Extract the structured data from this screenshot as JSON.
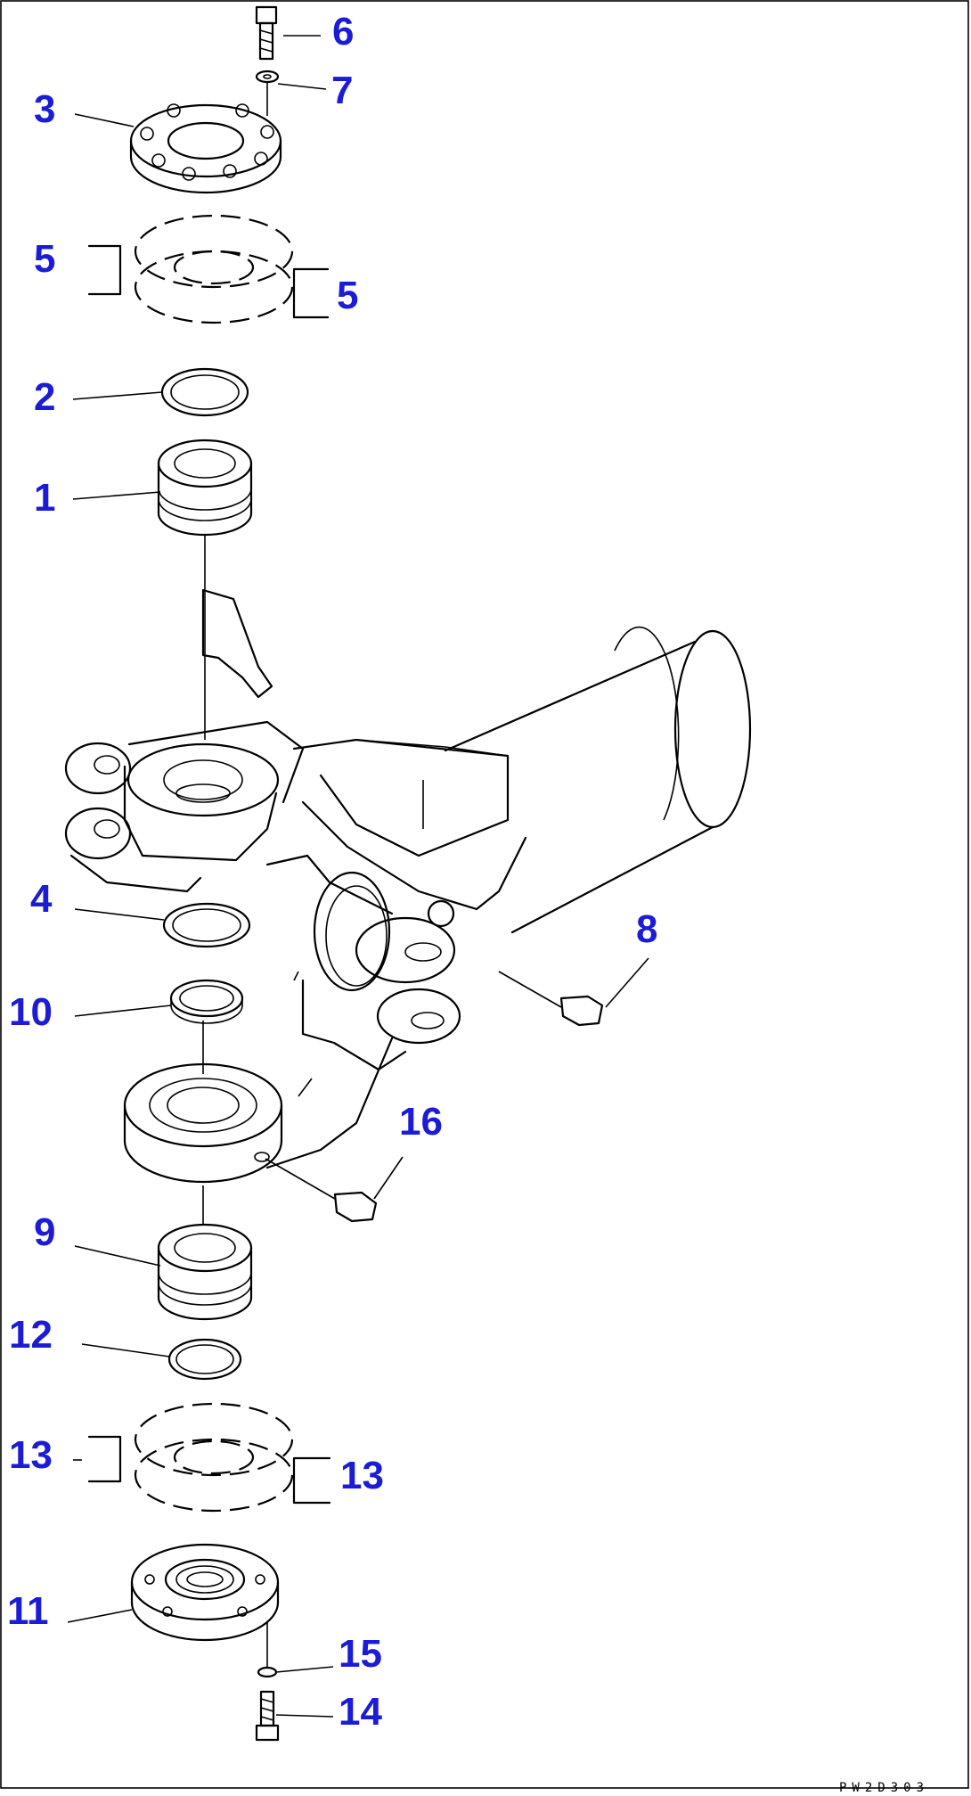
{
  "callouts": {
    "c1": "1",
    "c2": "2",
    "c3": "3",
    "c4": "4",
    "c5a": "5",
    "c5b": "5",
    "c6": "6",
    "c7": "7",
    "c8": "8",
    "c9": "9",
    "c10": "10",
    "c11": "11",
    "c12": "12",
    "c13a": "13",
    "c13b": "13",
    "c14": "14",
    "c15": "15",
    "c16": "16"
  },
  "drawing_code": "PW2D303",
  "colors": {
    "callout": "#1c1cd6",
    "line": "#000000",
    "background": "#ffffff"
  }
}
